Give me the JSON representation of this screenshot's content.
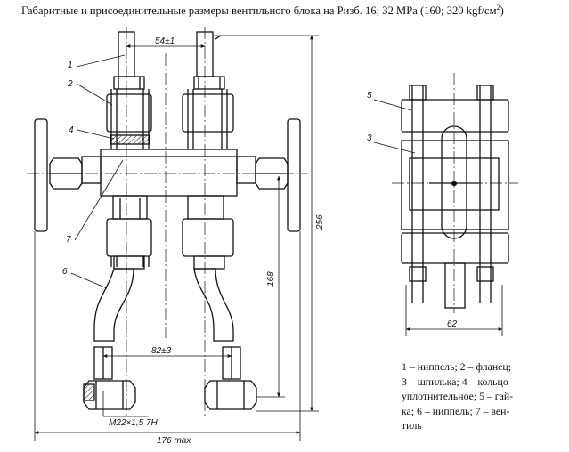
{
  "title": {
    "text": "Габаритные и присоединительные размеры вентильного блока на Ризб. 16; 32 МРа (160; 320 kgf/см",
    "sup": "2",
    "close": ")"
  },
  "dimensions": {
    "spacing_top": "54±1",
    "height_total": "256",
    "height_mid": "168",
    "spacing_bottom": "82±3",
    "thread": "М22×1,5 7Н",
    "width_total": "176 max",
    "side_width": "62"
  },
  "callouts": {
    "front": [
      "1",
      "2",
      "4",
      "7",
      "6"
    ],
    "side": [
      "5",
      "3"
    ]
  },
  "legend": {
    "lines": [
      "1 – ниппель; 2 – фланец;",
      "3 – шпилька; 4 – кольцо",
      "уплотнительное; 5 – гай-",
      "ка; 6 – ниппель; 7 – вен-",
      "тиль"
    ]
  }
}
